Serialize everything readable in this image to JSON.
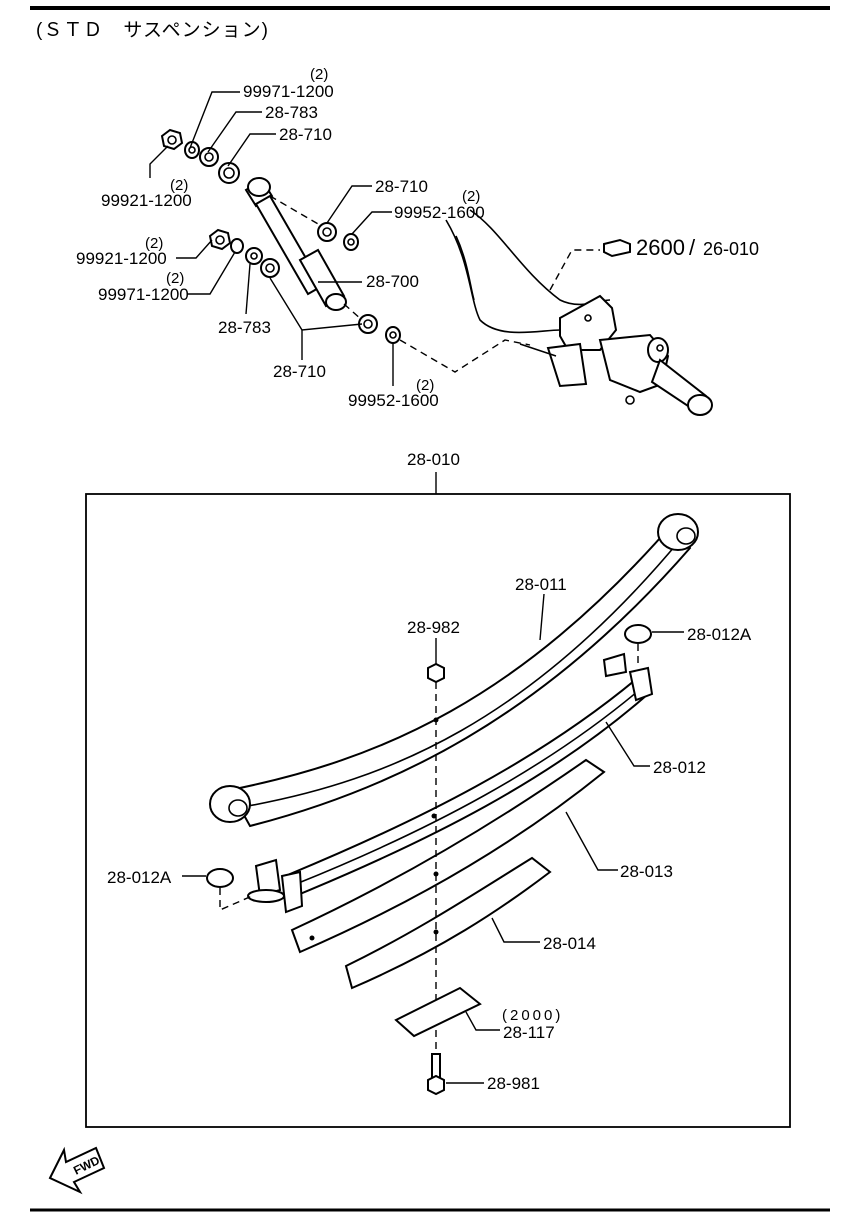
{
  "header": {
    "title": "(ＳＴＤ　サスペンション)"
  },
  "shock_assembly": {
    "labels": {
      "nut_upper": "99921-1200",
      "nut_upper_qty": "(2)",
      "washer_upper": "99971-1200",
      "washer_upper_qty": "(2)",
      "bushing_upper_a": "28-783",
      "bushing_upper_b": "28-710",
      "bushing_mid": "28-710",
      "washer_right_upper": "99952-1600",
      "washer_right_upper_qty": "(2)",
      "nut_lower": "99921-1200",
      "nut_lower_qty": "(2)",
      "washer_lower": "99971-1200",
      "washer_lower_qty": "(2)",
      "shock_absorber": "28-700",
      "bushing_lower": "28-783",
      "bushing_lower_pair": "28-710",
      "washer_right_lower": "99952-1600",
      "washer_right_lower_qty": "(2)",
      "ref_main": "2600",
      "ref_sep": "/",
      "ref_sub": "26-010"
    }
  },
  "leaf_spring": {
    "assembly_label": "28-010",
    "labels": {
      "main_leaf": "28-011",
      "bump_stopper": "28-982",
      "pad_right": "28-012A",
      "second_leaf": "28-012",
      "pad_left": "28-012A",
      "third_leaf": "28-013",
      "fourth_leaf": "28-014",
      "plate_qty": "(2000)",
      "plate": "28-117",
      "center_bolt": "28-981"
    }
  },
  "footer": {
    "fwd_label": "FWD"
  }
}
